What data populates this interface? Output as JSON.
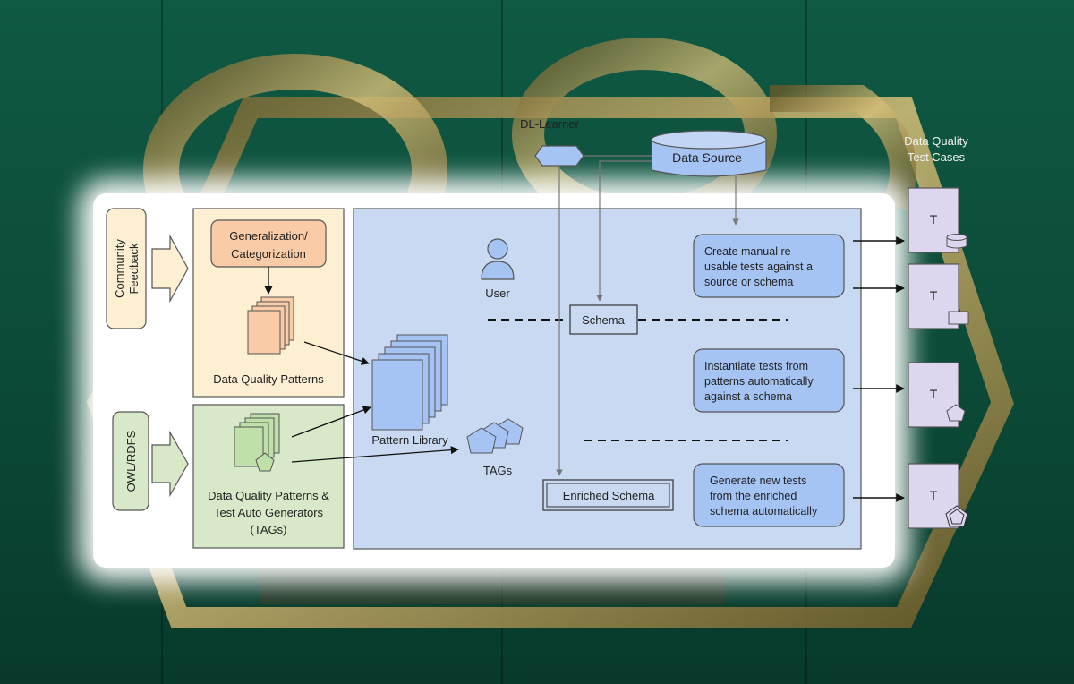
{
  "labels": {
    "community_feedback": [
      "Community",
      "Feedback"
    ],
    "owl_rdfs": "OWL/RDFS",
    "generalization": [
      "Generalization/",
      "Categorization"
    ],
    "dq_patterns": "Data Quality Patterns",
    "dq_patterns_tags": [
      "Data Quality Patterns &",
      "Test Auto Generators",
      "(TAGs)"
    ],
    "pattern_library": "Pattern Library",
    "tags": "TAGs",
    "user": "User",
    "schema": "Schema",
    "enriched_schema": "Enriched Schema",
    "dl_learner": "DL-Learner",
    "data_source": "Data Source",
    "test_cases_title": [
      "Data Quality",
      "Test Cases"
    ],
    "create_manual": [
      "Create manual re-",
      "usable tests against a",
      "source or schema"
    ],
    "instantiate": [
      "Instantiate tests from",
      "patterns automatically",
      "against a schema"
    ],
    "generate": [
      "Generate new tests",
      "from the enriched",
      "schema automatically"
    ],
    "test_letter": "T"
  },
  "colors": {
    "orange_fill": "#fdf0d2",
    "orange_box": "#f9cba6",
    "green_fill": "#d7e9c9",
    "green_doc": "#bfe0a8",
    "blue_fill": "#c9d9f2",
    "blue_box": "#a5c3f3",
    "purple_doc": "#ddd6ee",
    "background": "#0f5a44"
  }
}
